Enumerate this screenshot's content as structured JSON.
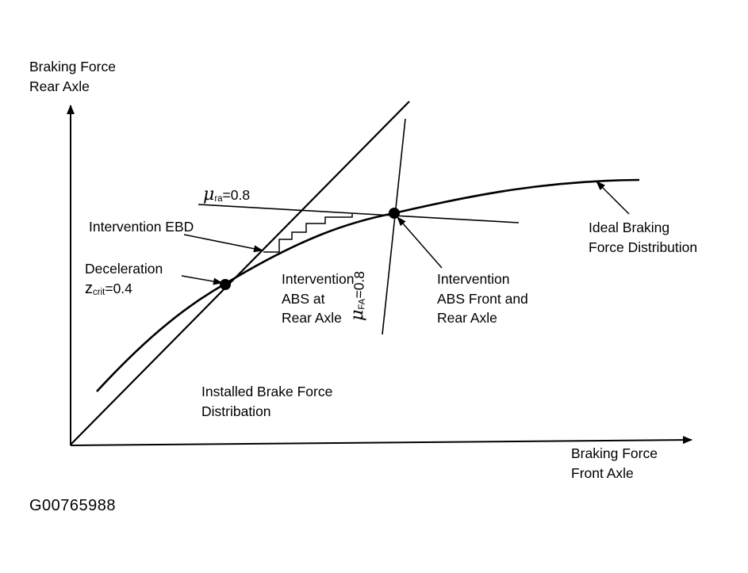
{
  "axes": {
    "y_label_line1": "Braking Force",
    "y_label_line2": "Rear Axle",
    "x_label_line1": "Braking Force",
    "x_label_line2": "Front Axle"
  },
  "labels": {
    "mu_ra_symbol": "μ",
    "mu_ra_sub": "ra",
    "mu_ra_value": "=0.8",
    "mu_fa_symbol": "μ",
    "mu_fa_sub": "FA",
    "mu_fa_value": "=0.8",
    "intervention_ebd": "Intervention EBD",
    "deceleration_line1": "Deceleration",
    "z_symbol": "z",
    "z_sub": "crit",
    "z_value": "=0.4",
    "abs_rear_line1": "Intervention",
    "abs_rear_line2": "ABS at",
    "abs_rear_line3": "Rear Axle",
    "abs_front_rear_line1": "Intervention",
    "abs_front_rear_line2": "ABS Front and",
    "abs_front_rear_line3": "Rear Axle",
    "ideal_line1": "Ideal Braking",
    "ideal_line2": "Force Distribution",
    "installed_line1": "Installed Brake Force",
    "installed_line2": "Distribation"
  },
  "figure_id": "G00765988"
}
